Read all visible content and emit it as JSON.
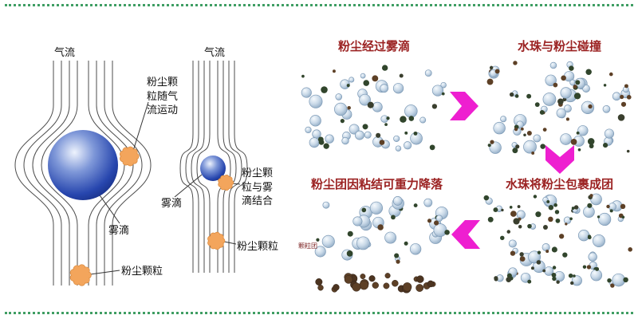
{
  "colors": {
    "title_red": "#9b2222",
    "arrow_magenta": "#ee1fd0",
    "particle_orange": "#f3a55c",
    "particle_orange_edge": "#d98a3f",
    "border_green": "#3f9e63",
    "droplet_blue": "#c9d9e8",
    "dust_green": "#31452c",
    "dust_brown": "#5d4026",
    "sphere_blue": "#2746ae"
  },
  "flow_diagrams": {
    "diagram1": {
      "airflow_label": "气流",
      "dust_motion_label": "粉尘颗粒随气流运动",
      "mist_droplet_label": "雾滴",
      "dust_particle_label": "粉尘颗粒"
    },
    "diagram2": {
      "airflow_label": "气流",
      "mist_droplet_label": "雾滴",
      "combine_label": "粉尘颗粒与雾滴结合",
      "dust_particle_label": "粉尘颗粒"
    }
  },
  "process_panels": [
    {
      "title": "粉尘经过雾滴",
      "droplet_count": 36,
      "dust_count": 26,
      "attach_frac": 0,
      "settled_count": 0,
      "droplet_area_frac": 1
    },
    {
      "title": "水珠与粉尘碰撞",
      "droplet_count": 40,
      "dust_count": 30,
      "attach_frac": 0.45,
      "settled_count": 0,
      "droplet_area_frac": 1
    },
    {
      "title": "水珠将粉尘包裹成团",
      "droplet_count": 38,
      "dust_count": 26,
      "attach_frac": 0.75,
      "settled_count": 0,
      "droplet_area_frac": 1
    },
    {
      "title": "粉尘团因粘结可重力降落",
      "droplet_count": 26,
      "dust_count": 8,
      "attach_frac": 0.1,
      "settled_count": 26,
      "droplet_area_frac": 0.7,
      "cluster_label": "颗粒团"
    }
  ]
}
